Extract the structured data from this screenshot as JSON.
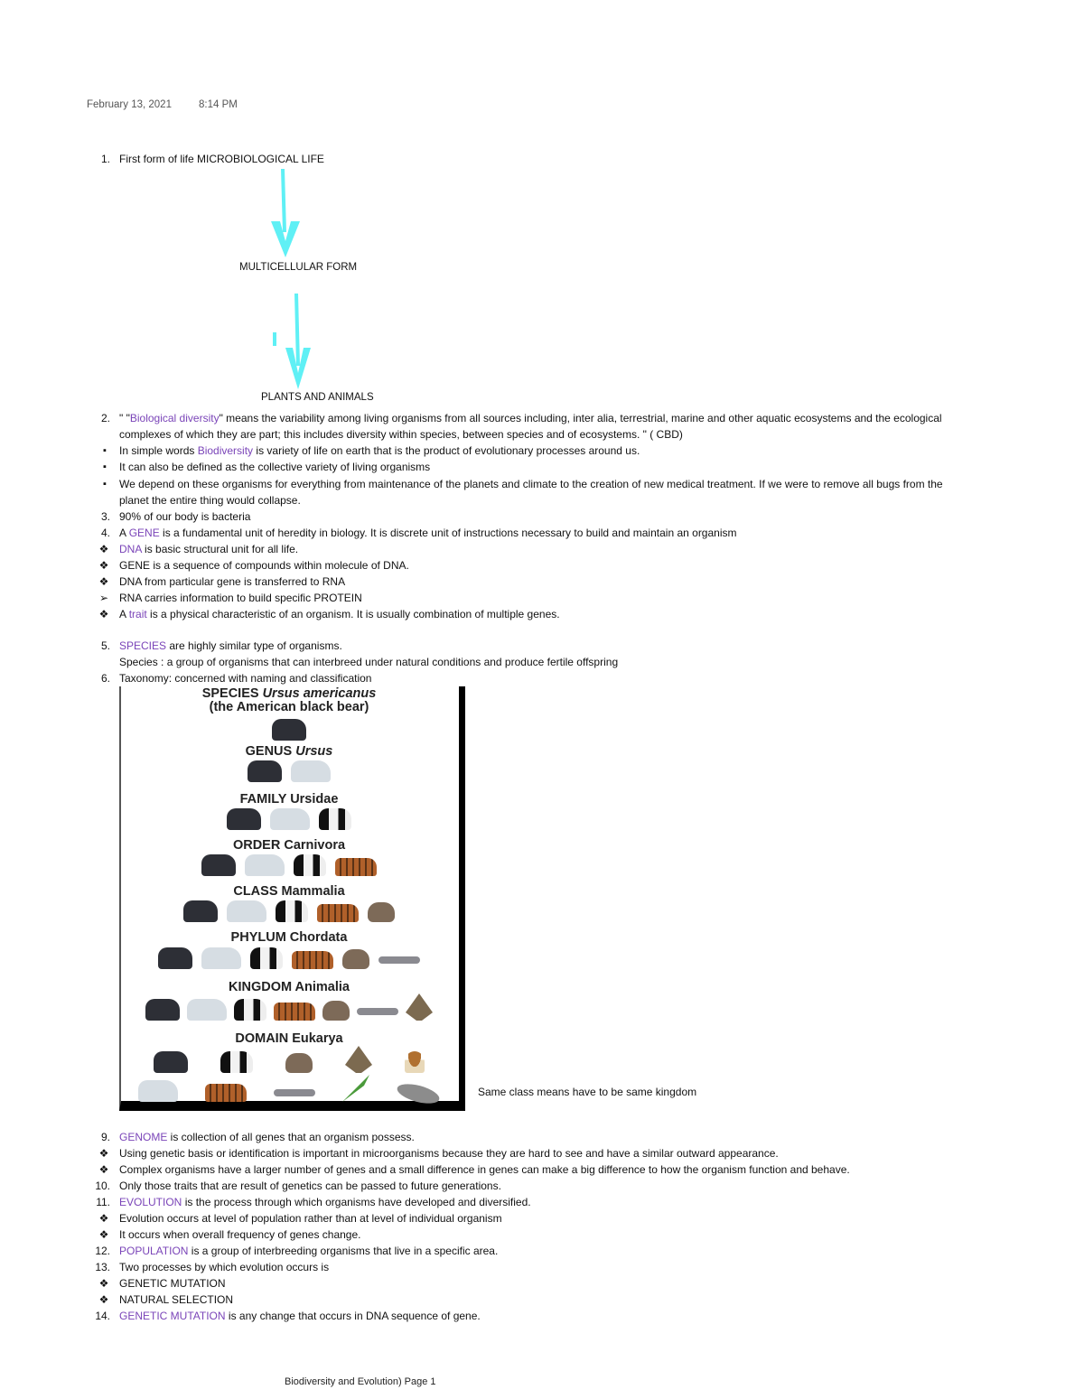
{
  "header": {
    "date": "February 13, 2021",
    "time": "8:14 PM"
  },
  "flow": {
    "item1_marker": "1.",
    "item1_text": "First form of life MICROBIOLOGICAL LIFE",
    "step2": "MULTICELLULAR FORM",
    "step3": "PLANTS AND ANIMALS",
    "arrow_color": "#5ff0f5"
  },
  "items": {
    "i2": {
      "marker": "2.",
      "pre": "\" \"",
      "term": "Biological diversity",
      "post": "\" means the variability among living organisms from all sources including, inter alia, terrestrial, marine and other aquatic ecosystems and the ecological",
      "cont": "complexes of which they are part; this includes diversity within species, between species and of ecosystems. \" ( CBD)"
    },
    "b1": {
      "marker": "▪",
      "pre": "In simple words ",
      "term": "Biodiversity",
      "post": " is variety of life on earth that is the product of evolutionary processes around us."
    },
    "b2": {
      "marker": "▪",
      "text": "It can also be defined as the collective variety of living organisms"
    },
    "b3": {
      "marker": "▪",
      "text": "We depend on these organisms for everything from maintenance of the planets and climate to the creation of new medical treatment. If we were to remove all bugs from the",
      "cont": "planet the entire thing would collapse."
    },
    "i3": {
      "marker": "3.",
      "text": "90% of our body is bacteria"
    },
    "i4": {
      "marker": "4.",
      "pre": "A ",
      "term": "GENE",
      "post": " is a fundamental unit of heredity in biology. It is discrete unit of instructions necessary to build and maintain an organism"
    },
    "d1": {
      "marker": "❖",
      "term": "DNA",
      "post": " is basic structural unit for all life."
    },
    "d2": {
      "marker": "❖",
      "text": "GENE is a sequence of compounds within molecule of DNA."
    },
    "d3": {
      "marker": "❖",
      "text": "DNA from particular gene is transferred to RNA"
    },
    "d4": {
      "marker": "➢",
      "text": "RNA carries information to build specific PROTEIN"
    },
    "d5": {
      "marker": "❖",
      "pre": "A ",
      "term": "trait",
      "post": " is a physical characteristic of an organism. It is usually combination of multiple genes."
    },
    "i5": {
      "marker": "5.",
      "term": "SPECIES",
      "post": " are highly similar type of organisms.",
      "cont": "Species : a group of organisms that can interbreed under natural conditions and produce fertile offspring"
    },
    "i6": {
      "marker": "6.",
      "text": "Taxonomy: concerned with naming and classification"
    },
    "side_note": "Same class means have to be same kingdom",
    "i9": {
      "marker": "9.",
      "term": "GENOME",
      "post": " is collection of all genes that an organism possess."
    },
    "d6": {
      "marker": "❖",
      "text": "Using genetic basis or identification is important in microorganisms  because they are hard to see and have a similar outward appearance."
    },
    "d7": {
      "marker": "❖",
      "text": "Complex organisms have a larger number of genes and a small difference in genes can make a big difference to how the organism function and behave."
    },
    "i10": {
      "marker": "10.",
      "text": "Only those traits that are result of genetics can be passed to future generations."
    },
    "i11": {
      "marker": "11.",
      "term": "EVOLUTION",
      "post": " is the process through which organisms have developed and diversified."
    },
    "d8": {
      "marker": "❖",
      "text": "Evolution occurs at level of population rather than at level of individual organism"
    },
    "d9": {
      "marker": "❖",
      "text": "It occurs when overall frequency of genes change."
    },
    "i12": {
      "marker": "12.",
      "term": "POPULATION",
      "post": " is a group of interbreeding organisms that live in a  specific area."
    },
    "i13": {
      "marker": "13.",
      "text": "Two processes by which evolution occurs is"
    },
    "d10": {
      "marker": "❖",
      "text": "GENETIC MUTATION"
    },
    "d11": {
      "marker": "❖",
      "text": "NATURAL SELECTION"
    },
    "i14": {
      "marker": "14.",
      "term": "GENETIC MUTATION",
      "post": " is any change that occurs in DNA sequence of gene."
    }
  },
  "figure": {
    "species_label": "SPECIES",
    "species_name": "Ursus americanus",
    "species_common": "(the American black bear)",
    "genus_label": "GENUS",
    "genus_name": "Ursus",
    "family": "FAMILY Ursidae",
    "order": "ORDER Carnivora",
    "class": "CLASS Mammalia",
    "phylum": "PHYLUM Chordata",
    "kingdom": "KINGDOM Animalia",
    "domain": "DOMAIN Eukarya"
  },
  "footer": {
    "page_label": "Biodiversity and Evolution) Page 1"
  },
  "colors": {
    "term_purple": "#7a44b8",
    "arrow_cyan": "#5ff0f5"
  }
}
